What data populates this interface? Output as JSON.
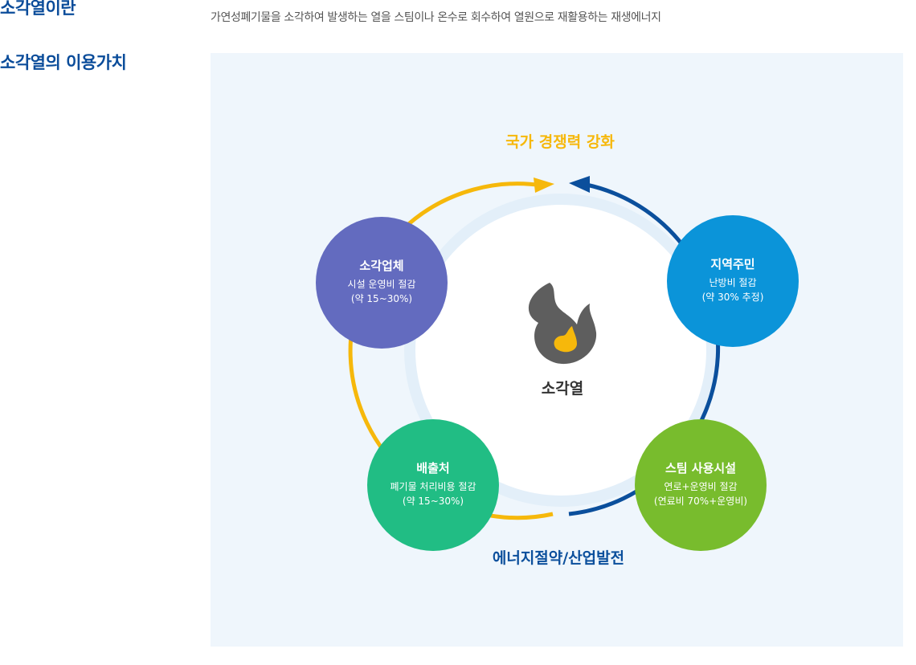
{
  "sections": {
    "definition_title": "소각열이란",
    "definition_text": "가연성폐기물을 소각하여 발생하는 열을 스팀이나 온수로 회수하여 열원으로 재활용하는 재생에너지",
    "value_title": "소각열의 이용가치"
  },
  "diagram": {
    "center_label": "소각열",
    "top_label": "국가 경쟁력 강화",
    "bottom_label": "에너지절약/산업발전",
    "nodes": {
      "company": {
        "title": "소각업체",
        "line1": "시설 운영비 절감",
        "line2": "(약 15~30%)"
      },
      "resident": {
        "title": "지역주민",
        "line1": "난방비 절감",
        "line2": "(약 30% 추정)"
      },
      "emitter": {
        "title": "배출처",
        "line1": "폐기물 처리비용 절감",
        "line2": "(약 15~30%)"
      },
      "steam": {
        "title": "스팀 사용시설",
        "line1": "연로+운영비 절감",
        "line2": "(연료비 70%+운영비)"
      }
    }
  },
  "colors": {
    "panel_background": "#eff6fc",
    "title_blue": "#0a4c9a",
    "arc_yellow": "#f6b80b",
    "arc_blue": "#0b4f9c",
    "company": "#636bbf",
    "resident": "#0b94d9",
    "emitter": "#21bd84",
    "steam": "#78bc2d",
    "flame_gray": "#5e5e5e",
    "flame_yellow": "#f6b80b"
  },
  "icons": [
    "flame-icon",
    "arrow-head-icon"
  ]
}
